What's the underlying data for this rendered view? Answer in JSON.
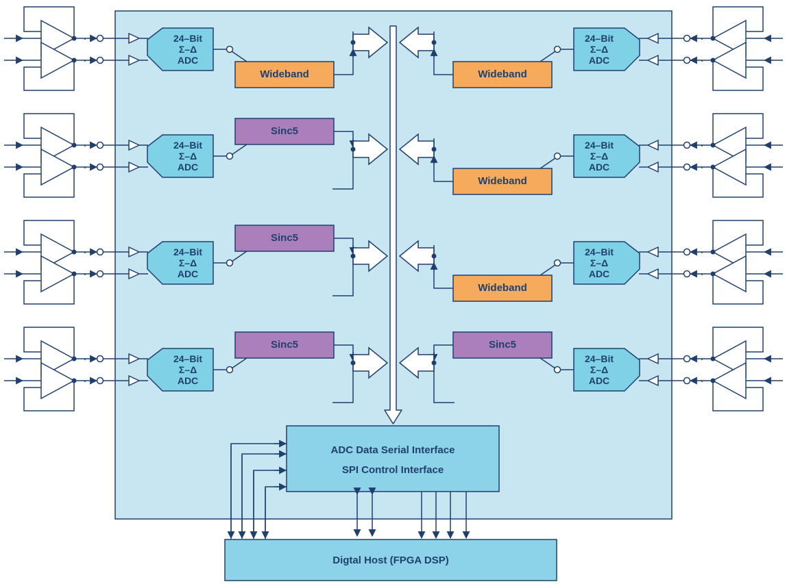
{
  "adc": {
    "bits": "24–Bit",
    "type": "Σ–Δ",
    "name": "ADC"
  },
  "filters": {
    "wideband": "Wideband",
    "sinc5": "Sinc5"
  },
  "interface": {
    "line1": "ADC Data Serial Interface",
    "line2": "SPI Control Interface"
  },
  "host": {
    "label": "Digtal Host (FPGA DSP)"
  },
  "channels": {
    "left": [
      "Wideband",
      "Sinc5",
      "Sinc5",
      "Sinc5"
    ],
    "right": [
      "Wideband",
      "Wideband",
      "Wideband",
      "Sinc5"
    ]
  },
  "colors": {
    "chip": "#c8e6f2",
    "outline": "#1f3f6e",
    "adc": "#7fd1e6",
    "wideband": "#f6ab5c",
    "sinc5": "#ab7fb9",
    "interface": "#8dd3e8"
  }
}
